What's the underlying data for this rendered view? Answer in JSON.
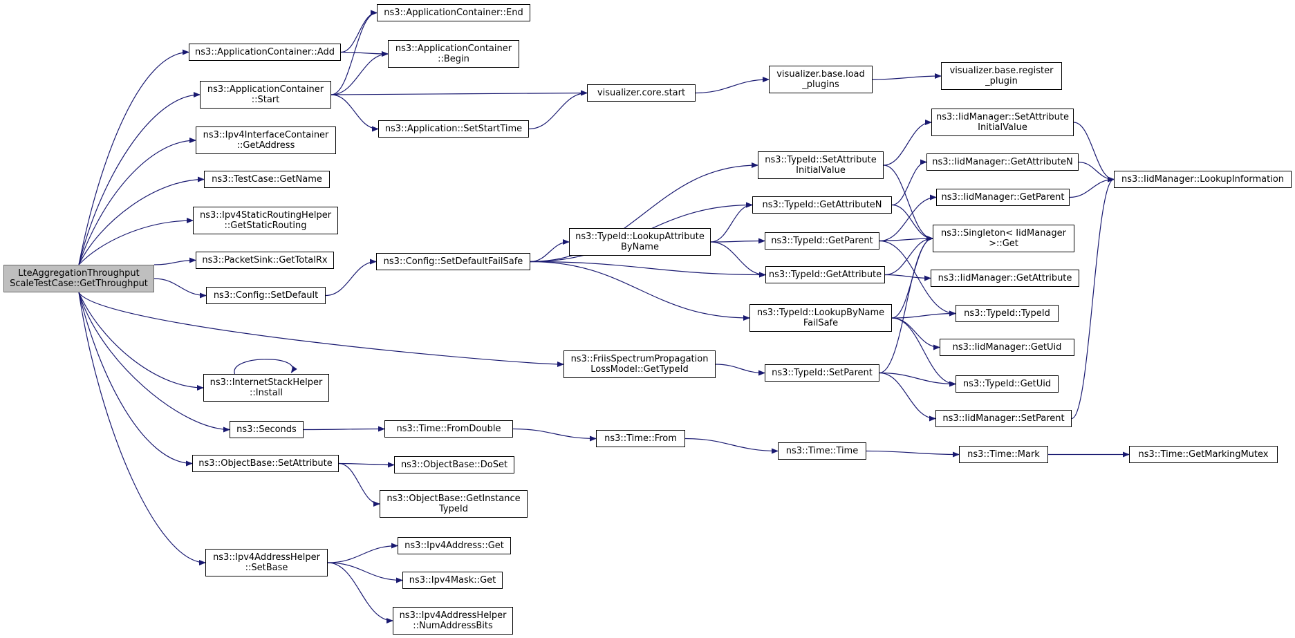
{
  "colors": {
    "edge": "#191970",
    "root_fill": "#bfbfbf",
    "node_border": "#000000"
  },
  "nodes": {
    "root": "LteAggregationThroughput\nScaleTestCase::GetThroughput",
    "app_end": "ns3::ApplicationContainer::End",
    "app_add": "ns3::ApplicationContainer::Add",
    "app_begin": "ns3::ApplicationContainer\n::Begin",
    "app_start": "ns3::ApplicationContainer\n::Start",
    "vis_core_start": "visualizer.core.start",
    "vis_load_plugins": "visualizer.base.load\n_plugins",
    "vis_register_plugin": "visualizer.base.register\n_plugin",
    "app_set_start_time": "ns3::Application::SetStartTime",
    "ipv4_ifc_get_address": "ns3::Ipv4InterfaceContainer\n::GetAddress",
    "testcase_get_name": "ns3::TestCase::GetName",
    "ipv4_static_routing": "ns3::Ipv4StaticRoutingHelper\n::GetStaticRouting",
    "packetsink_total_rx": "ns3::PacketSink::GetTotalRx",
    "config_set_default": "ns3::Config::SetDefault",
    "config_set_default_fs": "ns3::Config::SetDefaultFailSafe",
    "typeid_set_attr_initial": "ns3::TypeId::SetAttribute\nInitialValue",
    "iid_set_attr_initial": "ns3::IidManager::SetAttribute\nInitialValue",
    "iid_get_attr_n": "ns3::IidManager::GetAttributeN",
    "iid_lookup_info": "ns3::IidManager::LookupInformation",
    "typeid_get_attr_n": "ns3::TypeId::GetAttributeN",
    "iid_get_parent": "ns3::IidManager::GetParent",
    "typeid_lookup_attr": "ns3::TypeId::LookupAttribute\nByName",
    "typeid_get_parent": "ns3::TypeId::GetParent",
    "singleton_get": "ns3::Singleton< IidManager\n>::Get",
    "typeid_get_attr": "ns3::TypeId::GetAttribute",
    "iid_get_attr": "ns3::IidManager::GetAttribute",
    "typeid_lookup_byname": "ns3::TypeId::LookupByName\nFailSafe",
    "typeid_typeid": "ns3::TypeId::TypeId",
    "iid_get_uid": "ns3::IidManager::GetUid",
    "friis_get_typeid": "ns3::FriisSpectrumPropagation\nLossModel::GetTypeId",
    "typeid_set_parent": "ns3::TypeId::SetParent",
    "typeid_get_uid": "ns3::TypeId::GetUid",
    "internetstack_install": "ns3::InternetStackHelper\n::Install",
    "iid_set_parent": "ns3::IidManager::SetParent",
    "seconds": "ns3::Seconds",
    "time_from_double": "ns3::Time::FromDouble",
    "time_from": "ns3::Time::From",
    "time_time": "ns3::Time::Time",
    "time_mark": "ns3::Time::Mark",
    "time_marking_mutex": "ns3::Time::GetMarkingMutex",
    "objectbase_set_attr": "ns3::ObjectBase::SetAttribute",
    "objectbase_doset": "ns3::ObjectBase::DoSet",
    "objectbase_get_instance": "ns3::ObjectBase::GetInstance\nTypeId",
    "ipv4addr_get": "ns3::Ipv4Address::Get",
    "ipv4helper_set_base": "ns3::Ipv4AddressHelper\n::SetBase",
    "ipv4mask_get": "ns3::Ipv4Mask::Get",
    "ipv4helper_num_bits": "ns3::Ipv4AddressHelper\n::NumAddressBits"
  }
}
